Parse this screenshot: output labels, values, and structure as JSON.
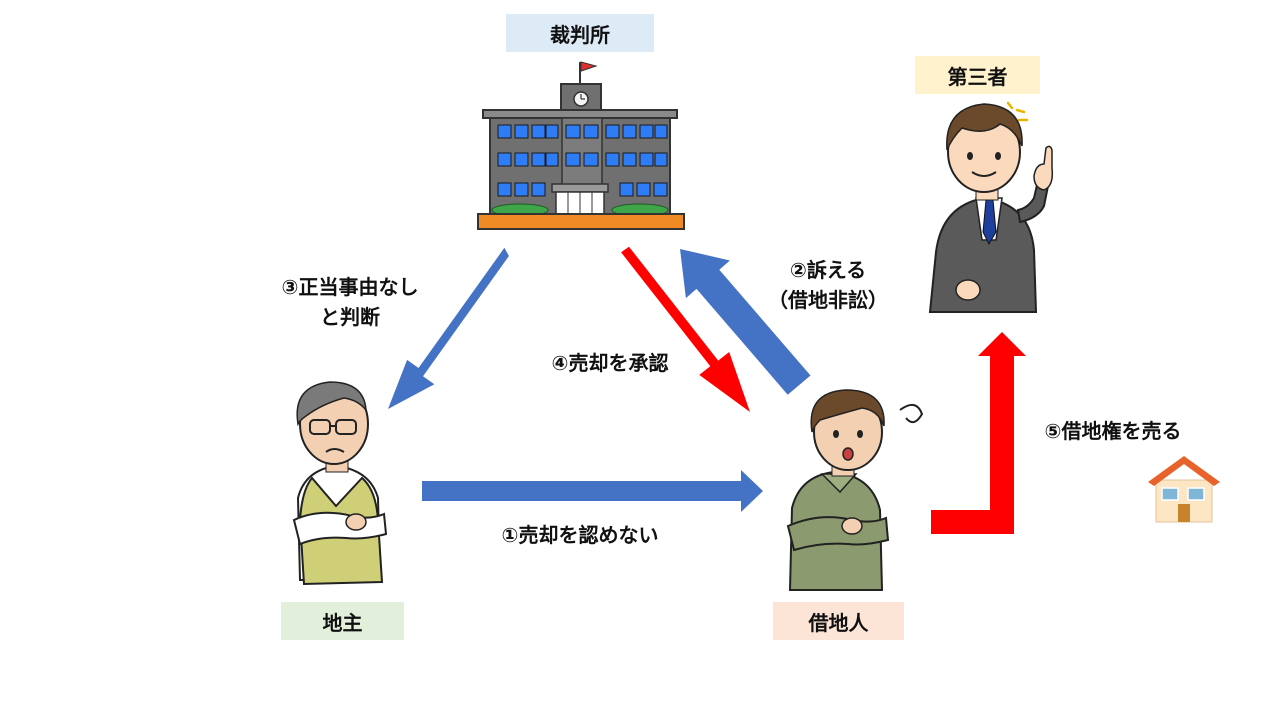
{
  "colors": {
    "blue_arrow": "#4472C4",
    "red_arrow": "#FF0000",
    "court_label_bg": "#DDEBF7",
    "third_label_bg": "#FFF2CC",
    "landowner_label_bg": "#E2EFDA",
    "tenant_label_bg": "#FCE4D6"
  },
  "labels": {
    "court": "裁判所",
    "third_party": "第三者",
    "landowner": "地主",
    "tenant": "借地人"
  },
  "steps": {
    "s1": "①売却を認めない",
    "s2_line1": "②訴える",
    "s2_line2": "（借地非訟）",
    "s3_line1": "③正当事由なし",
    "s3_line2": "と判断",
    "s4": "④売却を承認",
    "s5": "⑤借地権を売る"
  },
  "icons": [
    "courthouse-icon",
    "businessman-icon",
    "landowner-icon",
    "tenant-icon",
    "house-icon"
  ]
}
